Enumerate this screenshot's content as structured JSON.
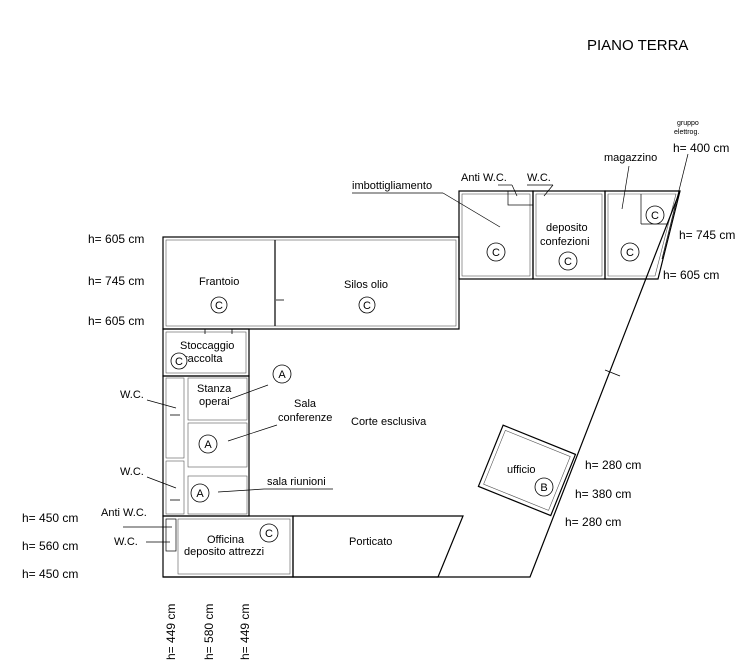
{
  "title": "PIANO TERRA",
  "rooms": {
    "frantoio": "Frantoio",
    "silos": "Silos olio",
    "stoccaggio_1": "Stoccaggio",
    "stoccaggio_2": "raccolta",
    "stanza_1": "Stanza",
    "stanza_2": "operai",
    "sala_1": "Sala",
    "sala_2": "conferenze",
    "corte": "Corte esclusiva",
    "sala_riunioni": "sala riunioni",
    "officina_1": "Officina",
    "officina_2": "deposito attrezzi",
    "porticato": "Porticato",
    "ufficio": "ufficio",
    "deposito_1": "deposito",
    "deposito_2": "confezioni",
    "imbottigliamento": "imbottigliamento",
    "magazzino": "magazzino",
    "anti_wc_top": "Anti W.C.",
    "wc_top": "W.C.",
    "gruppo_1": "gruppo",
    "gruppo_2": "elettrog.",
    "wc_left_1": "W.C.",
    "wc_left_2": "W.C.",
    "anti_wc_left": "Anti W.C.",
    "wc_left_3": "W.C."
  },
  "classes": {
    "c": "C",
    "a": "A",
    "b": "B"
  },
  "heights": {
    "left_1": "h= 605 cm",
    "left_2": "h= 745 cm",
    "left_3": "h= 605 cm",
    "top_right_1": "h= 400 cm",
    "right_1": "h= 745 cm",
    "right_2": "h= 605 cm",
    "ufficio_1": "h= 280 cm",
    "ufficio_2": "h= 380 cm",
    "ufficio_3": "h= 280 cm",
    "bottom_left_1": "h= 450 cm",
    "bottom_left_2": "h= 560 cm",
    "bottom_left_3": "h= 450 cm",
    "bottom_v_1": "h= 449 cm",
    "bottom_v_2": "h= 580 cm",
    "bottom_v_3": "h= 449 cm"
  }
}
